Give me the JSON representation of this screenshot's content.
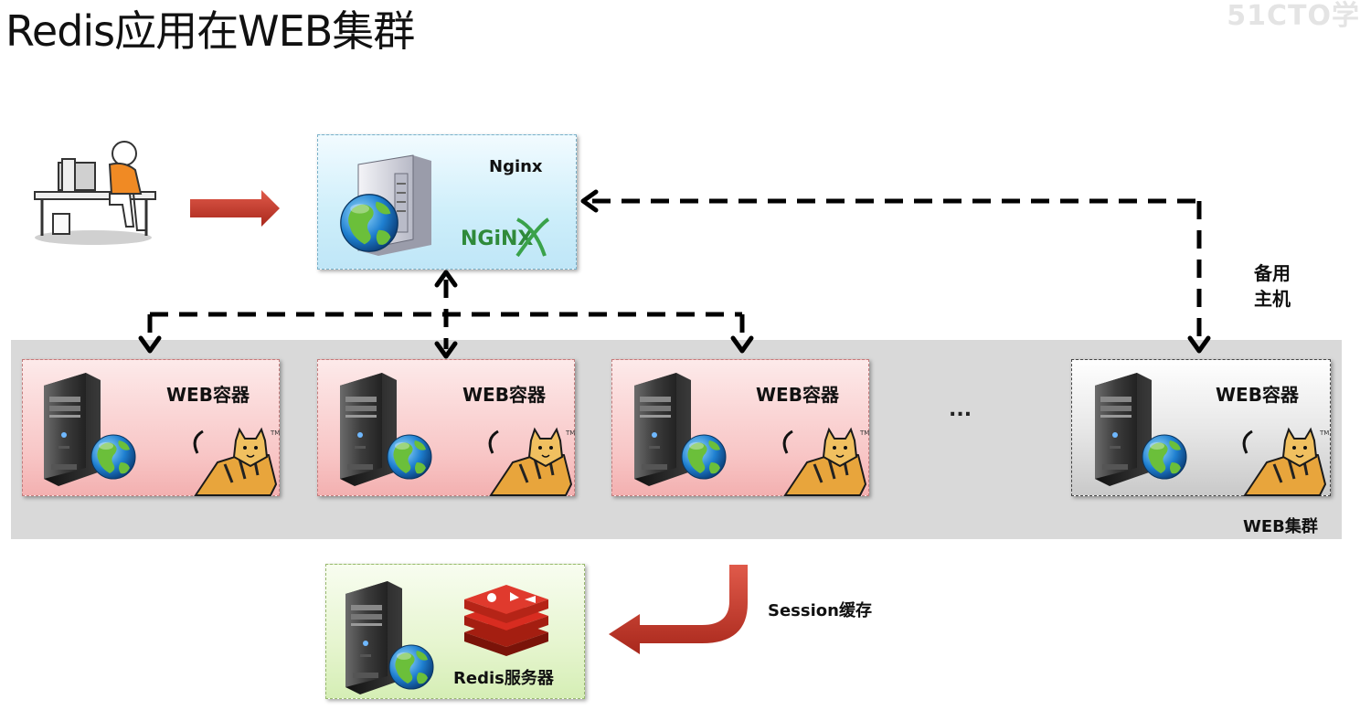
{
  "title": "Redis应用在WEB集群",
  "watermark": "51CTO学",
  "nginx": {
    "label": "Nginx",
    "logo_text": "NGiNX"
  },
  "web_containers": [
    {
      "label": "WEB容器"
    },
    {
      "label": "WEB容器"
    },
    {
      "label": "WEB容器"
    }
  ],
  "ellipsis": "...",
  "standby": {
    "label": "WEB容器",
    "note_line1": "备用",
    "note_line2": "主机"
  },
  "cluster_label": "WEB集群",
  "redis": {
    "label": "Redis服务器"
  },
  "session_label": "Session缓存",
  "colors": {
    "arrow_red": "#c0392b",
    "nginx_bg": "#cdeefa",
    "web_bg": "#f8c6c6",
    "redis_bg": "#e6f5cf",
    "cluster_bg": "#d9d9d9"
  }
}
